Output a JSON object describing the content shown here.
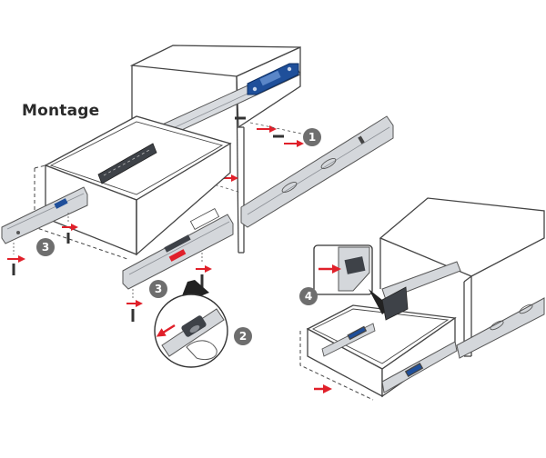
{
  "title": "Montage",
  "steps": {
    "step_1": "1",
    "step_2": "2",
    "step_3_left": "3",
    "step_3_mid": "3",
    "step_4": "4"
  },
  "colors": {
    "line": "#444444",
    "rail": "#cfd2d6",
    "rail_dark": "#7c8086",
    "arrow": "#e0202a",
    "bracket_blue": "#1f4f9a",
    "badge": "#6e6e6e"
  }
}
